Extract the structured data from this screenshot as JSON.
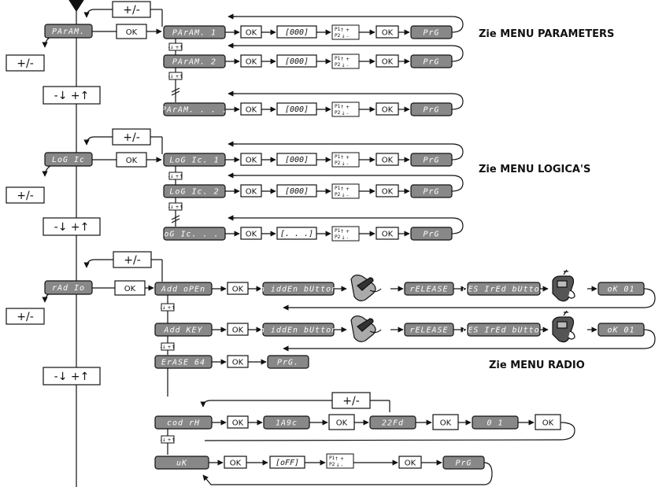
{
  "buttons": {
    "ok": "OK",
    "plus_minus": "+/-",
    "down_up": "-↓ +↑",
    "small_down_up": "-↓ +↑",
    "p1": "P1",
    "p2": "P2"
  },
  "notes": {
    "parameters": "Zie MENU PARAMETERS",
    "logicas": "Zie MENU LOGICA'S",
    "radio": "Zie MENU RADIO"
  },
  "lcd": {
    "param": "PArAM.",
    "param1": "PArAM. 1",
    "param2": "PArAM. 2",
    "param_more": "PArAM. . . .",
    "value": "[000]",
    "value_dots": "[. . .]",
    "prg": "PrG",
    "prg_dot": "PrG.",
    "logic": "LoG Ic",
    "logic1": "LoG Ic. 1",
    "logic2": "LoG Ic. 2",
    "logic_more": "LoG Ic. . . .",
    "radio": "rAd Io",
    "add_open": "Add oPEn",
    "add_key": "Add KEY",
    "erase": "ErASE 64",
    "cod_rx": "cod rH",
    "uk": "uK",
    "hidden_button": "h iddEn bUtton",
    "release": "rELEASE",
    "desired_button": "dES IrEd bUtton",
    "ok01": "oK 01",
    "code1": "1A9c",
    "code2": "22Fd",
    "code3": "0 1",
    "off": "[oFF]"
  },
  "icons": {
    "hand_remote": "hand-remote-icon",
    "remote_press": "remote-press-icon"
  }
}
